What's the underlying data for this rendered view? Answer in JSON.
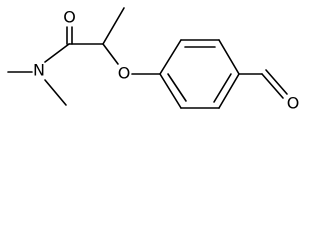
{
  "diagram": {
    "type": "skeletal-formula",
    "atoms": {
      "carbonyl_oxygen": "O",
      "amide_nitrogen": "N",
      "ether_oxygen": "O",
      "aldehyde_oxygen": "O"
    }
  },
  "colors": {
    "bond": "#000000",
    "background": "#ffffff"
  }
}
